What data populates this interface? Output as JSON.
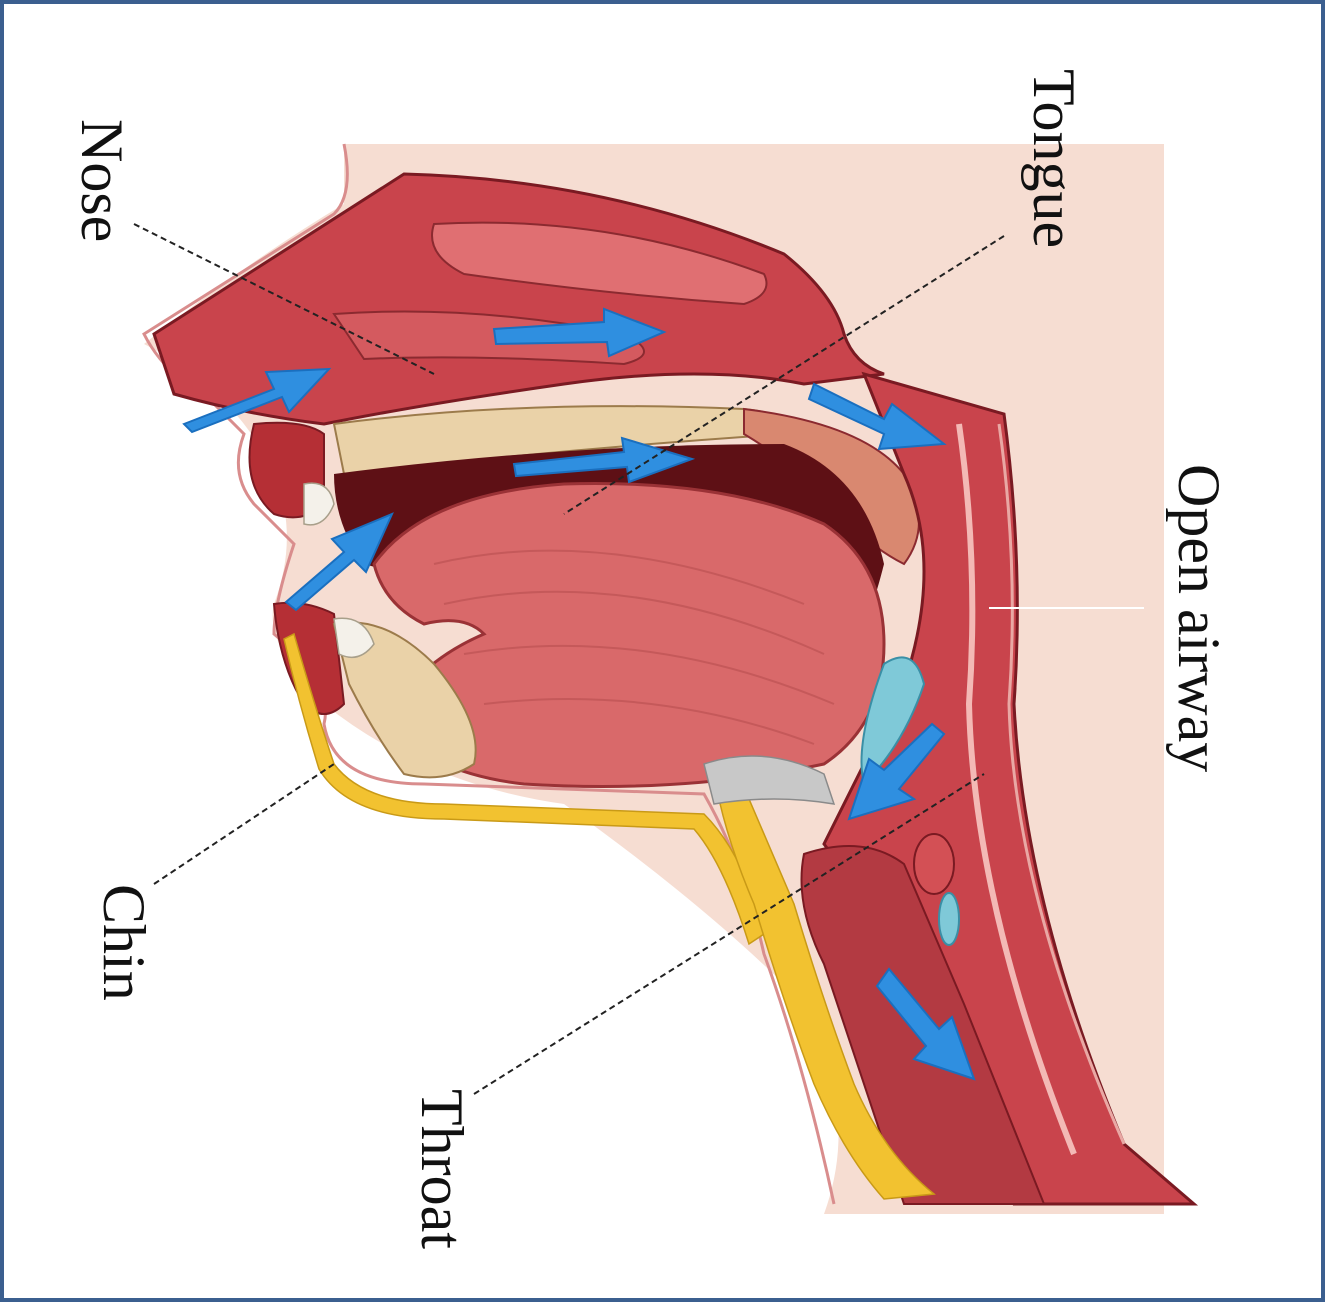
{
  "labels": {
    "nose": "Nose",
    "tongue": "Tongue",
    "open_airway": "Open airway",
    "chin": "Chin",
    "throat": "Throat"
  },
  "colors": {
    "frame_border": "#3b5f8f",
    "background_skin": "#f6ddd2",
    "tissue_red": "#c9444c",
    "tissue_dark": "#7a1a22",
    "tongue": "#d9696a",
    "bone": "#ead2a8",
    "fat_yellow": "#f2c230",
    "airflow_arrow": "#2f8fe0"
  },
  "icons": [
    "airflow-arrow-icon"
  ]
}
